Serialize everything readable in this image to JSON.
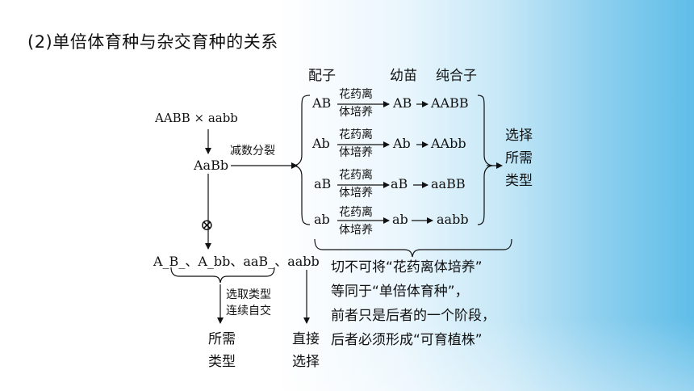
{
  "title": "(2)单倍体育种与杂交育种的关系",
  "headers": {
    "gamete": "配子",
    "seedling": "幼苗",
    "homozygote": "纯合子"
  },
  "parent_cross": "AABB × aabb",
  "f1": "AaBb",
  "meiosis_label": "减数分裂",
  "selfing_symbol": "⊗",
  "culture_top": "花药离",
  "culture_bottom": "体培养",
  "rows": [
    {
      "gamete": "AB",
      "seedling": "AB",
      "homozygote": "AABB"
    },
    {
      "gamete": "Ab",
      "seedling": "Ab",
      "homozygote": "AAbb"
    },
    {
      "gamete": "aB",
      "seedling": "aB",
      "homozygote": "aaBB"
    },
    {
      "gamete": "ab",
      "seedling": "ab",
      "homozygote": "aabb"
    }
  ],
  "select_label": [
    "选择",
    "所需",
    "类型"
  ],
  "f2_genotypes": "A_B_、A_bb、aaB_、aabb",
  "select_selfing": [
    "选取类型",
    "连续自交"
  ],
  "desired_type": [
    "所需",
    "类型"
  ],
  "direct_select": [
    "直接",
    "选择"
  ],
  "note_lines": [
    "切不可将“花药离体培养”",
    "等同于“单倍体育种”，",
    "前者只是后者的一个阶段，",
    "后者必须形成“可育植株”"
  ]
}
